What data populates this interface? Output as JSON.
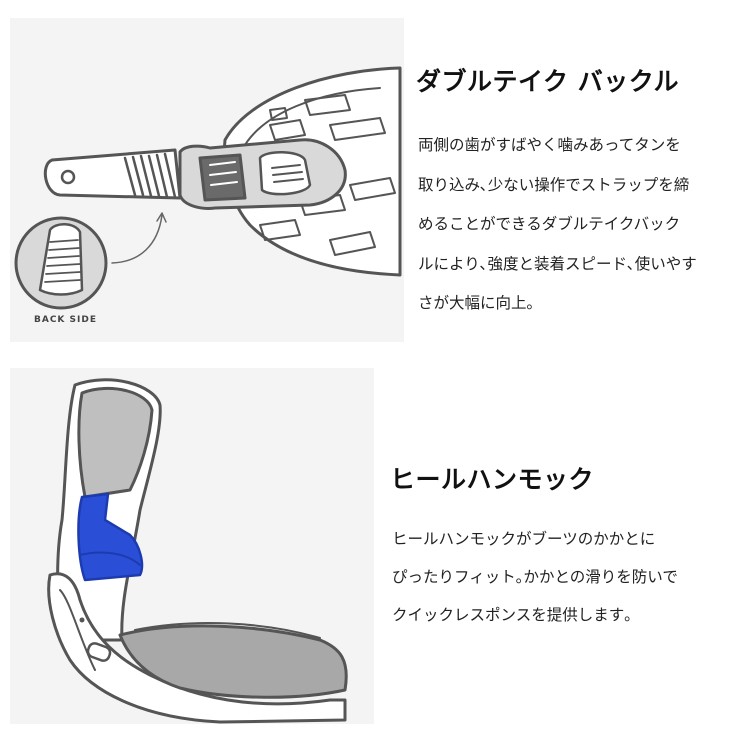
{
  "sections": [
    {
      "title": "ダブルテイク バックル",
      "description_lines": [
        "両側の歯がすばやく噛みあってタンを",
        "取り込み､少ない操作でストラップを締",
        "めることができるダブルテイクバック",
        "ルにより､強度と装着スピード､使いやす",
        "さが大幅に向上｡"
      ],
      "illustration_label": "BACK SIDE"
    },
    {
      "title": "ヒールハンモック",
      "description_lines": [
        "ヒールハンモックがブーツのかかとに",
        "ぴったりフィット｡かかとの滑りを防いで",
        "クイックレスポンスを提供します｡"
      ]
    }
  ],
  "colors": {
    "panel_bg": "#f4f4f4",
    "outline": "#555555",
    "highlight_blue": "#2a4fd6"
  }
}
